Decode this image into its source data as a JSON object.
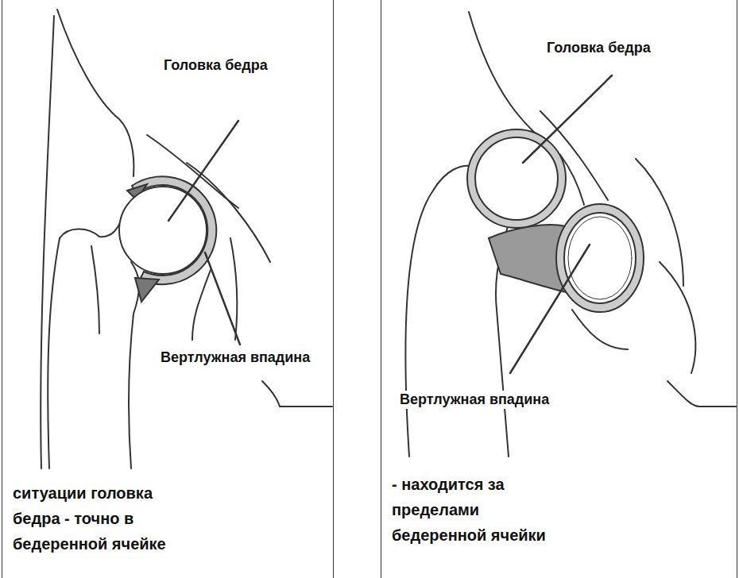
{
  "diagram": {
    "nodes": [
      {
        "text": [
          "Головка бедра",
          "Вертлужная впадина",
          "ситуации головка бедра - точно в бедеренной ячейке"
        ]
      },
      {
        "text": [
          "Головка бедра",
          "Вертлужная впадина",
          "- находится за пределами бедеренной ячейки"
        ]
      }
    ]
  }
}
